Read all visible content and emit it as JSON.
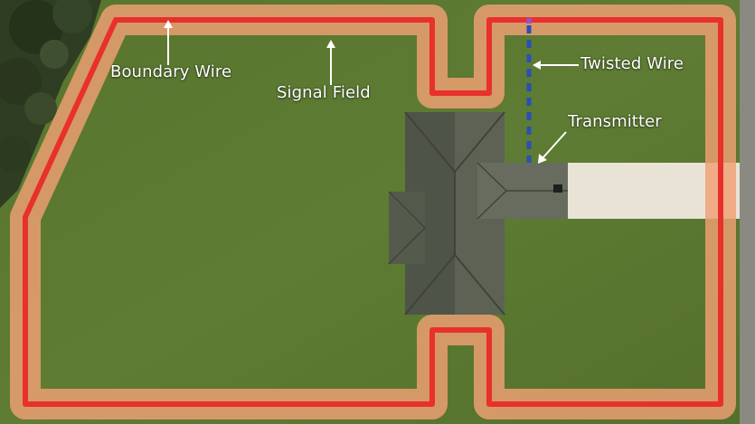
{
  "labels": {
    "boundary_wire": "Boundary Wire",
    "signal_field": "Signal Field",
    "twisted_wire": "Twisted Wire",
    "transmitter": "Transmitter"
  },
  "colors": {
    "lawn": "#5a7a30",
    "trees": "#2f3d22",
    "boundary_wire": "#e8302c",
    "signal_field": "#f0a074",
    "twisted_wire": "#2a4fb8",
    "house_roof": "#5d6255",
    "driveway": "#e9e3d6",
    "label_text": "#ffffff"
  },
  "icons": {
    "arrow": "arrow-icon"
  }
}
